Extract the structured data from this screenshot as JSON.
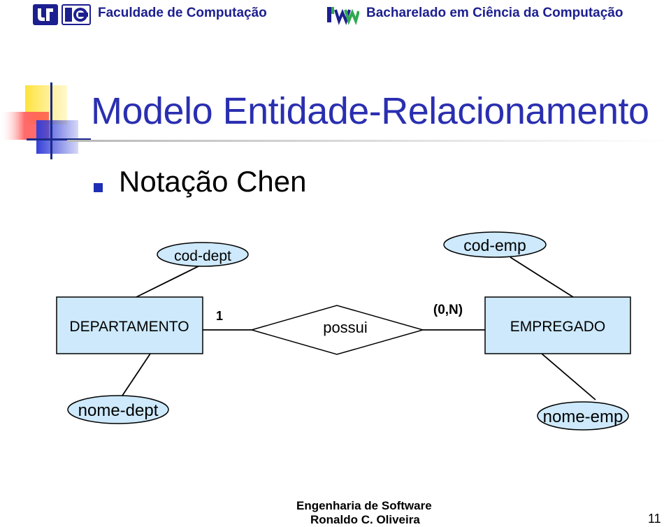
{
  "header": {
    "left_title": "Faculdade de Computação",
    "right_title": "Bacharelado em Ciência da Computação"
  },
  "slide": {
    "title": "Modelo Entidade-Relacionamento",
    "bullet": "Notação Chen"
  },
  "diagram": {
    "entities": {
      "left": "DEPARTAMENTO",
      "right": "EMPREGADO"
    },
    "relationship": "possui",
    "cardinality": {
      "left": "1",
      "right": "(0,N)"
    },
    "attributes": {
      "dept_key": "cod-dept",
      "emp_key": "cod-emp",
      "dept_name": "nome-dept",
      "emp_name": "nome-emp"
    }
  },
  "footer": {
    "course": "Engenharia de Software",
    "author": "Ronaldo C. Oliveira",
    "page_number": "11"
  },
  "colors": {
    "header_text": "#1c1f8f",
    "title": "#2a2fb0",
    "shape_fill": "#cde9fb",
    "bullet": "#1f2fb5"
  }
}
